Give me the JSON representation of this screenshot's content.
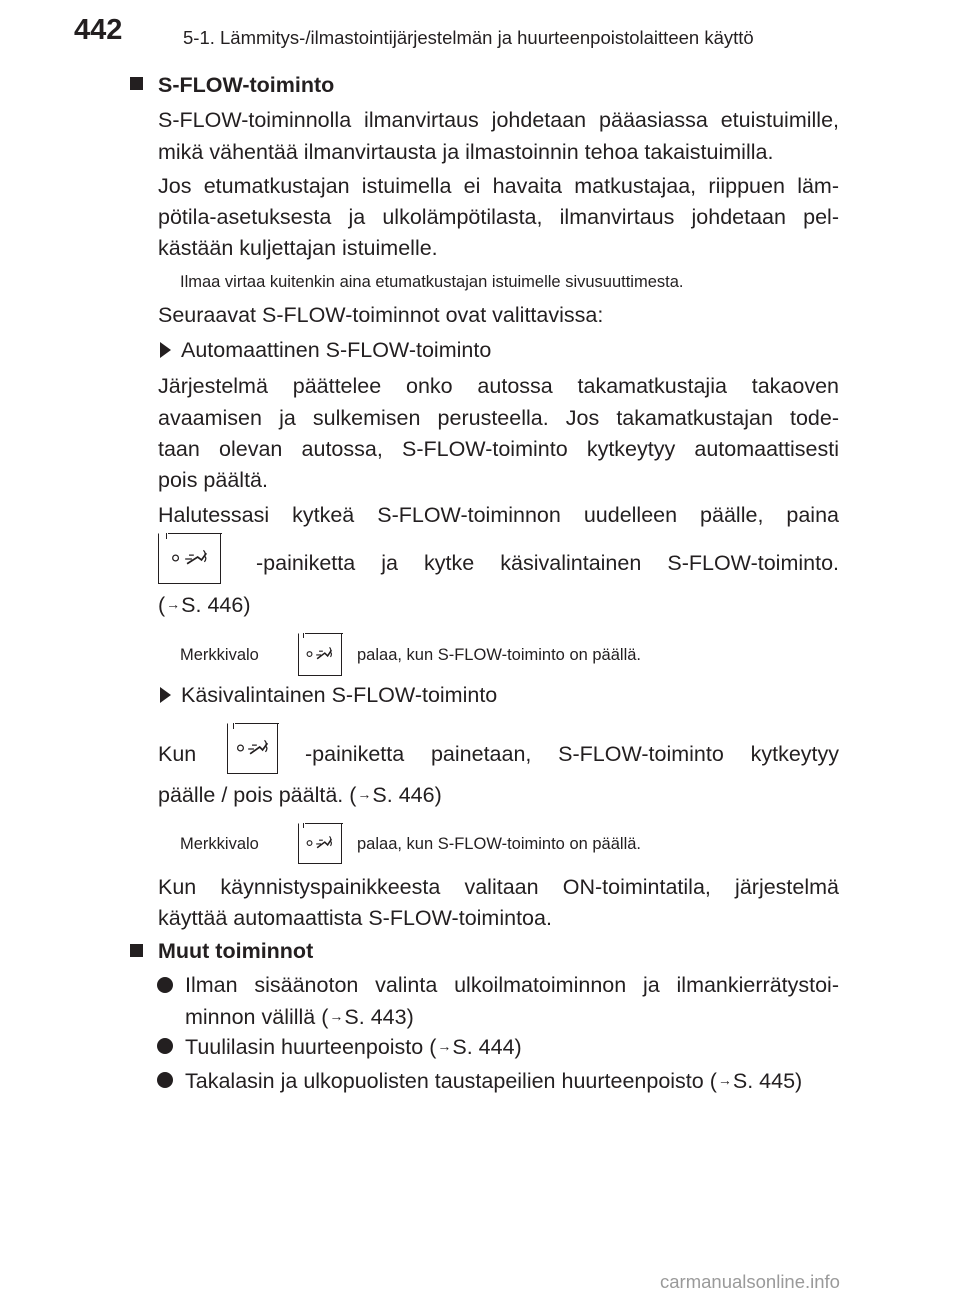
{
  "header": {
    "page_number": "442",
    "chapter_title": "5-1. Lämmitys-/ilmastointijärjestelmän ja huurteenpoistolaitteen käyttö"
  },
  "sflow": {
    "heading": "S-FLOW-toiminto",
    "para1": [
      "S-FLOW-toiminnolla ilmanvirtaus johdetaan pääasiassa etuistuimille,",
      "mikä vähentää ilmanvirtausta ja ilmastoinnin tehoa takaistuimilla."
    ],
    "para2": [
      "Jos etumatkustajan istuimella ei havaita matkustajaa, riippuen läm-",
      "pötila-asetuksesta ja ulkolämpötilasta, ilmanvirtaus johdetaan pel-",
      "kästään kuljettajan istuimelle."
    ],
    "note": "Ilmaa virtaa kuitenkin aina etumatkustajan istuimelle sivusuuttimesta.",
    "intro": "Seuraavat S-FLOW-toiminnot ovat valittavissa:",
    "auto_title": "Automaattinen S-FLOW-toiminto",
    "auto_para": [
      "Järjestelmä päättelee onko autossa takamatkustajia takaoven",
      "avaamisen ja sulkemisen perusteella. Jos takamatkustajan tode-",
      "taan olevan autossa, S-FLOW-toiminto kytkeytyy automaattisesti",
      "pois päältä."
    ],
    "reenable_line1": "Halutessasi kytkeä S-FLOW-toiminnon uudelleen päälle, paina",
    "reenable_line2": "-painiketta ja kytke käsivalintainen S-FLOW-toiminto.",
    "reenable_ref_open": "(",
    "reenable_ref": "S. 446)",
    "indicator_label": "Merkkivalo",
    "indicator_text": "palaa, kun S-FLOW-toiminto on päällä.",
    "manual_title": "Käsivalintainen S-FLOW-toiminto",
    "manual_kun": "Kun",
    "manual_line1": "-painiketta painetaan, S-FLOW-toiminto kytkeytyy",
    "manual_line2": "päälle / pois päältä. (",
    "manual_ref": "S. 446)",
    "indicator2_label": "Merkkivalo",
    "indicator2_text": "palaa, kun S-FLOW-toiminto on päällä.",
    "on_para": [
      "Kun käynnistyspainikkeesta valitaan ON-toimintatila, järjestelmä",
      "käyttää automaattista S-FLOW-toimintoa."
    ]
  },
  "other": {
    "heading": "Muut toiminnot",
    "items": [
      {
        "line1": "Ilman sisäänoton valinta ulkoilmatoiminnon ja ilmankierrätystoi-",
        "line2": "minnon välillä (",
        "ref": "S. 443)"
      },
      {
        "line1": "Tuulilasin huurteenpoisto (",
        "ref": "S. 444)"
      },
      {
        "line1": "Takalasin ja ulkopuolisten taustapeilien huurteenpoisto (",
        "ref": "S. 445)"
      }
    ]
  },
  "icons": {
    "button_icon": "s-flow-button-icon",
    "arrow": "→"
  },
  "footer": {
    "watermark": "carmanualsonline.info"
  }
}
